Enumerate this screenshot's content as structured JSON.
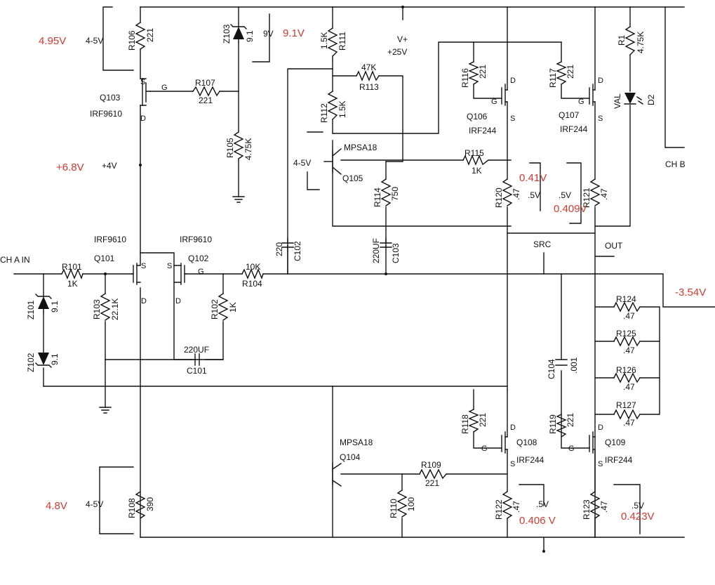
{
  "labels": {
    "r106_n": "R106",
    "r106_v": "221",
    "z103_n": "Z103",
    "z103_v": "9.1",
    "r111_v": "1.5K",
    "r111_n": "R111",
    "vplus": "V+",
    "v25": "+25V",
    "r1_n": "R1",
    "r1_v": "4.75K",
    "q103_n": "Q103",
    "q103_p": "IRF9610",
    "r107_n": "R107",
    "r107_v": "221",
    "r113_v": "47K",
    "r113_n": "R113",
    "r116_n": "R116",
    "r116_v": "221",
    "r117_n": "R117",
    "r117_v": "221",
    "val": "VAL",
    "d2": "D2",
    "r112_n": "R112",
    "r112_v": "1.5K",
    "q106_n": "Q106",
    "q106_p": "IRF244",
    "q107_n": "Q107",
    "q107_p": "IRF244",
    "r105_n": "R105",
    "r105_v": "4.75K",
    "mpsa18_a": "MPSA18",
    "chb": "CH B",
    "r115_n": "R115",
    "r115_v": "1K",
    "range_45a": "4-5V",
    "q105_n": "Q105",
    "plus4v": "+4V",
    "r114_n": "R114",
    "r114_v": "750",
    "r120_n": "R120",
    "r120_v": ".47",
    "r121_n": "R121",
    "r121_v": ".47",
    "half_v_a": ".5V",
    "half_v_b": ".5V",
    "irf9610_a": "IRF9610",
    "irf9610_b": "IRF9610",
    "c102_v": "220",
    "c102_n": "C102",
    "c103_v": "220UF",
    "c103_n": "C103",
    "src": "SRC",
    "out": "OUT",
    "q101_n": "Q101",
    "q102_n": "Q102",
    "ch_a_in": "CH A IN",
    "r101_n": "R101",
    "r101_v": "1K",
    "r104_v": "10K",
    "r104_n": "R104",
    "r124_n": "R124",
    "r124_v": ".47",
    "r125_n": "R125",
    "r125_v": ".47",
    "r126_n": "R126",
    "r126_v": ".47",
    "r127_n": "R127",
    "r127_v": ".47",
    "z101_n": "Z101",
    "z101_v": "9.1",
    "r103_n": "R103",
    "r103_v": "22.1K",
    "r102_n": "R102",
    "r102_v": "1K",
    "c101_v": "220UF",
    "c101_n": "C101",
    "z102_n": "Z102",
    "z102_v": "9.1",
    "c104_n": "C104",
    "c104_v": ".001",
    "r118_n": "R118",
    "r118_v": "221",
    "r119_n": "R119",
    "r119_v": "221",
    "mpsa18_b": "MPSA18",
    "q104_n": "Q104",
    "q108_n": "Q108",
    "q108_p": "IRF244",
    "q109_n": "Q109",
    "q109_p": "IRF244",
    "r109_n": "R109",
    "r109_v": "221",
    "r110_n": "R110",
    "r110_v": "100",
    "r108_n": "R108",
    "r108_v": "390",
    "r122_n": "R122",
    "r122_v": ".47",
    "r123_n": "R123",
    "r123_v": ".47",
    "half_v_c": ".5V",
    "half_v_d": ".5V",
    "range_45b": "4-5V",
    "range_45c": "4-5V",
    "range_9v": "9V",
    "pin_s": "S",
    "pin_d": "D",
    "pin_g": "G"
  },
  "measurements": {
    "m_r106": "4.95V",
    "m_z103": "9.1V",
    "m_plus4": "+6.8V",
    "m_r120": "0.41V",
    "m_r121": "0.409V",
    "m_out": "-3.54V",
    "m_r108": "4.8V",
    "m_r122": "0.406 V",
    "m_r123": "0.423V"
  },
  "colors": {
    "ink": "#111111",
    "measurement": "#d43a2f"
  }
}
